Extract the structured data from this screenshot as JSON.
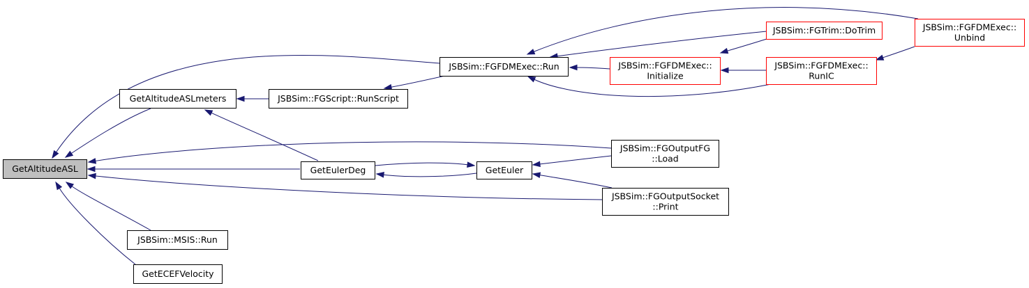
{
  "colors": {
    "edge": "#191970",
    "node_border_black": "#000000",
    "node_border_red": "#ff0000",
    "node_fill": "#ffffff",
    "focus_fill": "#bfbfbf"
  },
  "nodes": {
    "getaltitudeasl": {
      "lines": [
        "GetAltitudeASL"
      ],
      "border": "black",
      "focus": true
    },
    "getaltitudeaslmeters": {
      "lines": [
        "GetAltitudeASLmeters"
      ],
      "border": "black",
      "focus": false
    },
    "msis-run": {
      "lines": [
        "JSBSim::MSIS::Run"
      ],
      "border": "black",
      "focus": false
    },
    "getecefvelocity": {
      "lines": [
        "GetECEFVelocity"
      ],
      "border": "black",
      "focus": false
    },
    "fgscript-runscript": {
      "lines": [
        "JSBSim::FGScript::RunScript"
      ],
      "border": "black",
      "focus": false
    },
    "geteulerdeg": {
      "lines": [
        "GetEulerDeg"
      ],
      "border": "black",
      "focus": false
    },
    "fgfdmexec-run": {
      "lines": [
        "JSBSim::FGFDMExec::Run"
      ],
      "border": "black",
      "focus": false
    },
    "geteuler": {
      "lines": [
        "GetEuler"
      ],
      "border": "black",
      "focus": false
    },
    "fgfdmexec-initialize": {
      "lines": [
        "JSBSim::FGFDMExec::",
        "Initialize"
      ],
      "border": "red",
      "focus": false
    },
    "fgoutputfg-load": {
      "lines": [
        "JSBSim::FGOutputFG",
        "::Load"
      ],
      "border": "black",
      "focus": false
    },
    "fgoutputsocket-print": {
      "lines": [
        "JSBSim::FGOutputSocket",
        "::Print"
      ],
      "border": "black",
      "focus": false
    },
    "fgtrim-dotrim": {
      "lines": [
        "JSBSim::FGTrim::DoTrim"
      ],
      "border": "red",
      "focus": false
    },
    "fgfdmexec-runic": {
      "lines": [
        "JSBSim::FGFDMExec::",
        "RunIC"
      ],
      "border": "red",
      "focus": false
    },
    "fgfdmexec-unbind": {
      "lines": [
        "JSBSim::FGFDMExec::",
        "Unbind"
      ],
      "border": "red",
      "focus": false
    }
  },
  "edges": [
    {
      "from": "getaltitudeaslmeters",
      "to": "getaltitudeasl"
    },
    {
      "from": "fgfdmexec-run",
      "to": "getaltitudeasl"
    },
    {
      "from": "geteulerdeg",
      "to": "getaltitudeasl"
    },
    {
      "from": "fgoutputfg-load",
      "to": "getaltitudeasl"
    },
    {
      "from": "fgoutputsocket-print",
      "to": "getaltitudeasl"
    },
    {
      "from": "msis-run",
      "to": "getaltitudeasl"
    },
    {
      "from": "getecefvelocity",
      "to": "getaltitudeasl"
    },
    {
      "from": "fgscript-runscript",
      "to": "getaltitudeaslmeters"
    },
    {
      "from": "geteulerdeg",
      "to": "getaltitudeaslmeters"
    },
    {
      "from": "fgfdmexec-run",
      "to": "fgscript-runscript"
    },
    {
      "from": "geteuler",
      "to": "geteulerdeg"
    },
    {
      "from": "geteulerdeg",
      "to": "geteuler"
    },
    {
      "from": "fgoutputfg-load",
      "to": "geteuler"
    },
    {
      "from": "fgoutputsocket-print",
      "to": "geteuler"
    },
    {
      "from": "fgfdmexec-unbind",
      "to": "fgfdmexec-run"
    },
    {
      "from": "fgtrim-dotrim",
      "to": "fgfdmexec-run"
    },
    {
      "from": "fgfdmexec-initialize",
      "to": "fgfdmexec-run"
    },
    {
      "from": "fgfdmexec-runic",
      "to": "fgfdmexec-run"
    },
    {
      "from": "fgtrim-dotrim",
      "to": "fgfdmexec-initialize"
    },
    {
      "from": "fgfdmexec-runic",
      "to": "fgfdmexec-initialize"
    },
    {
      "from": "fgfdmexec-unbind",
      "to": "fgfdmexec-runic"
    }
  ]
}
